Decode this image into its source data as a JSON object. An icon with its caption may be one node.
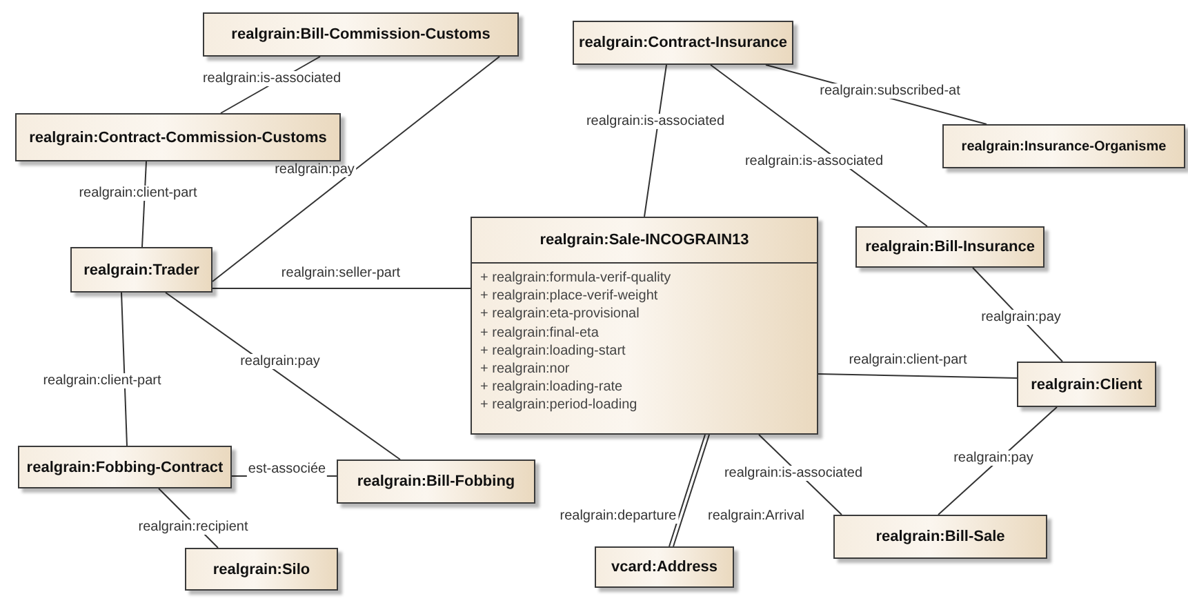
{
  "diagram": {
    "nodes": [
      {
        "text": [
          "realgrain:Bill-Commission-Customs"
        ]
      },
      {
        "text": [
          "realgrain:Contract-Commission-Customs"
        ]
      },
      {
        "text": [
          "realgrain:Trader"
        ]
      },
      {
        "text": [
          "realgrain:Contract-Insurance"
        ]
      },
      {
        "text": [
          "realgrain:Insurance-Organisme"
        ]
      },
      {
        "text": [
          "realgrain:Sale-INCOGRAIN13",
          "+ realgrain:formula-verif-quality",
          "+ realgrain:place-verif-weight",
          "+ realgrain:eta-provisional",
          "+ realgrain:final-eta",
          "+ realgrain:loading-start",
          "+ realgrain:nor",
          "+ realgrain:loading-rate",
          "+ realgrain:period-loading"
        ]
      },
      {
        "text": [
          "realgrain:Bill-Insurance"
        ]
      },
      {
        "text": [
          "realgrain:Client"
        ]
      },
      {
        "text": [
          "realgrain:Fobbing-Contract"
        ]
      },
      {
        "text": [
          "realgrain:Bill-Fobbing"
        ]
      },
      {
        "text": [
          "realgrain:Silo"
        ]
      },
      {
        "text": [
          "vcard:Address"
        ]
      },
      {
        "text": [
          "realgrain:Bill-Sale"
        ]
      }
    ],
    "edges": [
      {
        "from": 0,
        "to": 1,
        "arrow": "none",
        "label": "realgrain:is-associated"
      },
      {
        "from": 0,
        "to": 2,
        "arrow": "none",
        "label": "realgrain:pay"
      },
      {
        "from": 1,
        "to": 2,
        "arrow": "none",
        "label": "realgrain:client-part"
      },
      {
        "from": 2,
        "to": 5,
        "arrow": "none",
        "label": "realgrain:seller-part"
      },
      {
        "from": 2,
        "to": 8,
        "arrow": "none",
        "label": "realgrain:client-part"
      },
      {
        "from": 2,
        "to": 9,
        "arrow": "none",
        "label": "realgrain:pay"
      },
      {
        "from": 8,
        "to": 9,
        "arrow": "none",
        "label": "est-associée"
      },
      {
        "from": 8,
        "to": 10,
        "arrow": "none",
        "label": "realgrain:recipient"
      },
      {
        "from": 3,
        "to": 5,
        "arrow": "none",
        "label": "realgrain:is-associated"
      },
      {
        "from": 3,
        "to": 6,
        "arrow": "none",
        "label": "realgrain:is-associated"
      },
      {
        "from": 3,
        "to": 4,
        "arrow": "none",
        "label": "realgrain:subscribed-at"
      },
      {
        "from": 6,
        "to": 7,
        "arrow": "none",
        "label": "realgrain:pay"
      },
      {
        "from": 5,
        "to": 7,
        "arrow": "none",
        "label": "realgrain:client-part"
      },
      {
        "from": 7,
        "to": 12,
        "arrow": "none",
        "label": "realgrain:pay"
      },
      {
        "from": 5,
        "to": 12,
        "arrow": "none",
        "label": "realgrain:is-associated"
      },
      {
        "from": 5,
        "to": 11,
        "arrow": "none",
        "label": "realgrain:departure"
      },
      {
        "from": 5,
        "to": 11,
        "arrow": "none",
        "label": "realgrain:Arrival"
      }
    ]
  }
}
